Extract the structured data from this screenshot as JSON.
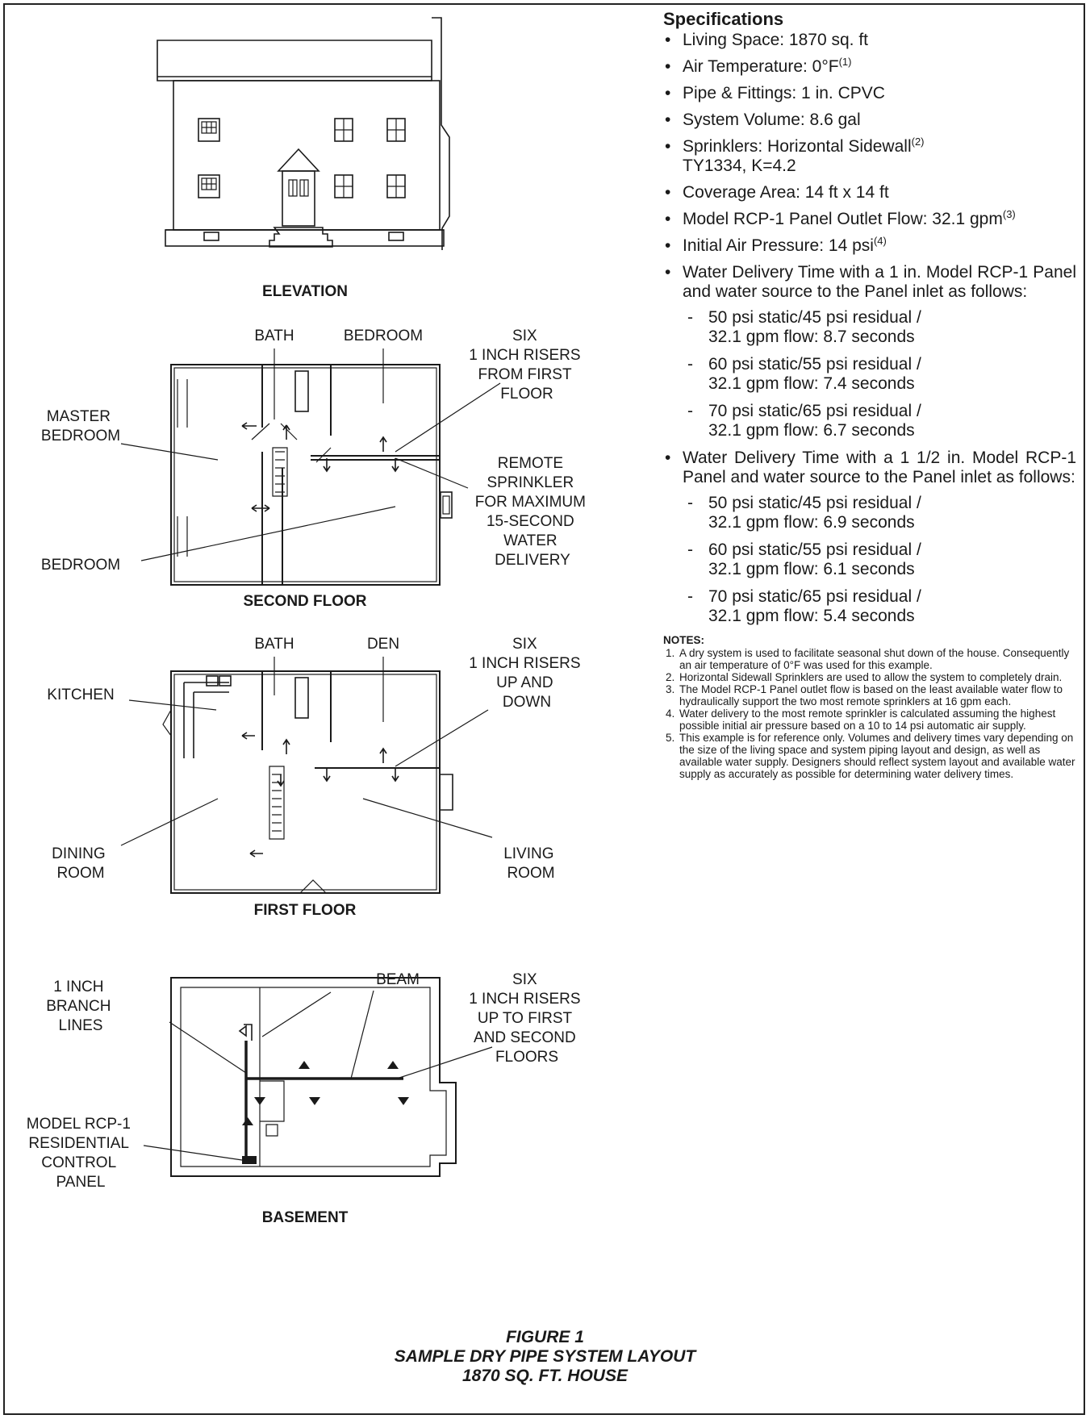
{
  "specifications": {
    "heading": "Specifications",
    "items": [
      {
        "text": "Living Space: 1870 sq. ft",
        "sup": ""
      },
      {
        "text": "Air Temperature: 0°F",
        "sup": "(1)"
      },
      {
        "text": "Pipe & Fittings: 1 in. CPVC",
        "sup": ""
      },
      {
        "text": "System Volume: 8.6 gal",
        "sup": ""
      },
      {
        "text": "Sprinklers: Horizontal Sidewall",
        "sup": "(2)",
        "line2": "TY1334, K=4.2"
      },
      {
        "text": "Coverage Area: 14 ft x 14 ft",
        "sup": ""
      },
      {
        "text": "Model RCP-1 Panel Outlet Flow: 32.1 gpm",
        "sup": "(3)"
      },
      {
        "text": "Initial Air Pressure: 14 psi",
        "sup": "(4)"
      }
    ],
    "delivery_1in": {
      "text": "Water Delivery Time with a 1 in. Model RCP-1 Panel and water source to the Panel inlet as follows:",
      "rows": [
        {
          "l1": "50 psi static/45 psi residual /",
          "l2": "32.1 gpm flow: 8.7 seconds"
        },
        {
          "l1": "60 psi static/55 psi residual /",
          "l2": "32.1 gpm flow: 7.4 seconds"
        },
        {
          "l1": "70 psi static/65 psi residual /",
          "l2": "32.1 gpm flow: 6.7 seconds"
        }
      ]
    },
    "delivery_15in": {
      "text": "Water Delivery Time with a 1 1/2 in. Model RCP-1 Panel and water source to the Panel inlet as follows:",
      "rows": [
        {
          "l1": "50 psi static/45 psi residual /",
          "l2": "32.1 gpm flow: 6.9 seconds"
        },
        {
          "l1": "60 psi static/55 psi residual /",
          "l2": "32.1 gpm flow: 6.1 seconds"
        },
        {
          "l1": "70 psi static/65 psi residual /",
          "l2": "32.1 gpm flow: 5.4 seconds"
        }
      ]
    }
  },
  "notes": {
    "heading": "NOTES:",
    "items": [
      "A dry system is used to facilitate seasonal shut down of the house. Consequently an air temperature of 0°F was used for this example.",
      "Horizontal Sidewall Sprinklers are used to allow the system to completely drain.",
      "The Model RCP-1 Panel outlet flow is based on the least available water flow to hydraulically support the two most remote sprinklers at 16 gpm each.",
      "Water delivery to the most remote sprinkler is calculated assuming the highest possible initial air pressure based on a 10 to 14 psi automatic air supply.",
      "This example is for reference only. Volumes and delivery times vary depending on the size of the living space and system piping layout and design, as well as available water supply. Designers should reflect system layout and available water supply as accurately as possible for determining water delivery times."
    ]
  },
  "elevation": {
    "title": "ELEVATION"
  },
  "second_floor": {
    "title": "SECOND FLOOR",
    "bath": "BATH",
    "bedroom_top": "BEDROOM",
    "risers": [
      "SIX",
      "1 INCH RISERS",
      "FROM FIRST",
      "FLOOR"
    ],
    "master": [
      "MASTER",
      "BEDROOM"
    ],
    "remote": [
      "REMOTE",
      "SPRINKLER",
      "FOR MAXIMUM",
      "15-SECOND",
      "WATER",
      "DELIVERY"
    ],
    "bedroom_bottom": "BEDROOM"
  },
  "first_floor": {
    "title": "FIRST FLOOR",
    "bath": "BATH",
    "den": "DEN",
    "risers": [
      "SIX",
      "1 INCH RISERS",
      "UP AND",
      "DOWN"
    ],
    "kitchen": "KITCHEN",
    "dining": [
      "DINING",
      "ROOM"
    ],
    "living": [
      "LIVING",
      "ROOM"
    ]
  },
  "basement": {
    "title": "BASEMENT",
    "beam": "BEAM",
    "branch": [
      "1 INCH",
      "BRANCH",
      "LINES"
    ],
    "risers": [
      "SIX",
      "1 INCH RISERS",
      "UP TO FIRST",
      "AND SECOND",
      "FLOORS"
    ],
    "panel": [
      "MODEL RCP-1",
      "RESIDENTIAL",
      "CONTROL",
      "PANEL"
    ]
  },
  "caption": {
    "line1": "FIGURE 1",
    "line2": "SAMPLE DRY PIPE SYSTEM LAYOUT",
    "line3": "1870 SQ. FT. HOUSE"
  }
}
